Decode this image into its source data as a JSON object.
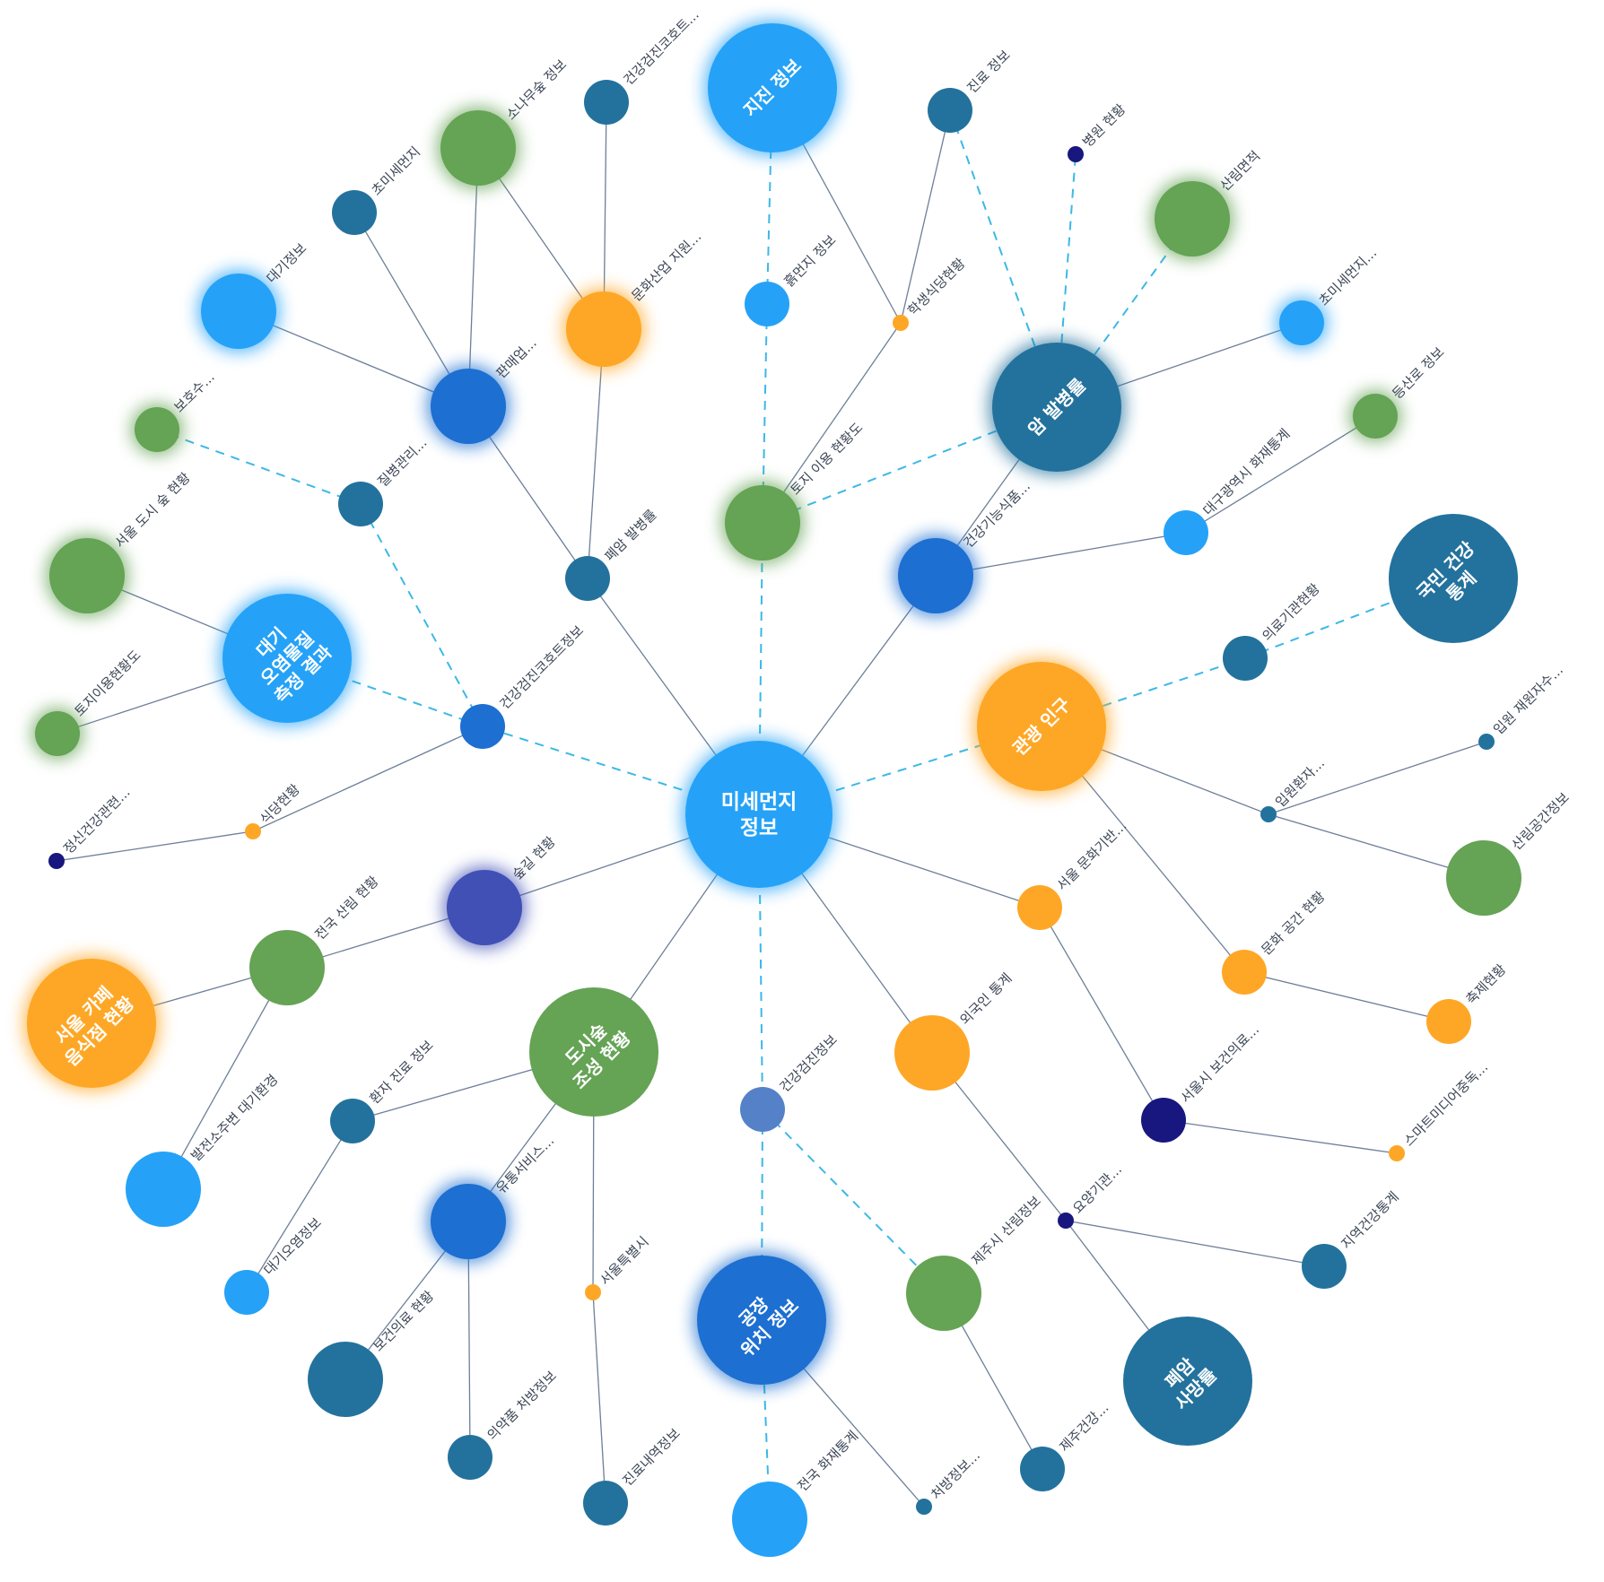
{
  "colors": {
    "blue": "#25a2f7",
    "royal": "#1d6fd1",
    "teal": "#23729d",
    "green": "#65a355",
    "orange": "#fea726",
    "navy": "#17177f",
    "indigo": "#4050b5",
    "slate": "#5581c8",
    "solid_line": "#6d7f99",
    "dashed_line": "#3cb8e6"
  },
  "diagram": {
    "nodes": [
      {
        "id": "center",
        "lines": [
          "미세먼지",
          "정보"
        ],
        "color": "blue",
        "glow": true
      },
      {
        "id": "earthquake",
        "lines": [
          "지진 정보"
        ],
        "color": "blue",
        "glow": true
      },
      {
        "id": "cancer",
        "lines": [
          "암 발병률"
        ],
        "color": "teal",
        "glow": true
      },
      {
        "id": "national",
        "lines": [
          "국민 건강",
          "통계"
        ],
        "color": "teal",
        "glow": false
      },
      {
        "id": "tourism",
        "lines": [
          "관광 인구"
        ],
        "color": "orange",
        "glow": true
      },
      {
        "id": "airpol",
        "lines": [
          "대기",
          "오염물질",
          "측정 결과"
        ],
        "color": "blue",
        "glow": true
      },
      {
        "id": "cafe",
        "lines": [
          "서울 카페",
          "음식점 현황"
        ],
        "color": "orange",
        "glow": true
      },
      {
        "id": "urbanforest",
        "lines": [
          "도시숲",
          "조성 현황"
        ],
        "color": "green",
        "glow": false
      },
      {
        "id": "factory",
        "lines": [
          "공장",
          "위치 정보"
        ],
        "color": "royal",
        "glow": true
      },
      {
        "id": "lungdeath",
        "lines": [
          "폐암",
          "사망률"
        ],
        "color": "teal",
        "glow": false
      },
      {
        "id": "sales",
        "label": "판매업...",
        "color": "royal",
        "glow": true
      },
      {
        "id": "culture",
        "label": "문화산업 지원...",
        "color": "orange",
        "glow": true
      },
      {
        "id": "landuse",
        "label": "토지 이용 현황도",
        "color": "green",
        "glow": true
      },
      {
        "id": "healthfood",
        "label": "건강기능식품...",
        "color": "royal",
        "glow": true
      },
      {
        "id": "lungrate",
        "label": "폐암 발병률",
        "color": "teal",
        "glow": false
      },
      {
        "id": "cohort",
        "label": "건강검진코호트정보",
        "color": "royal",
        "glow": false
      },
      {
        "id": "forestwalk",
        "label": "숲길 현황",
        "color": "indigo",
        "glow": true
      },
      {
        "id": "foreign",
        "label": "외국인 통계",
        "color": "orange",
        "glow": false
      },
      {
        "id": "checkup",
        "label": "건강검진정보",
        "color": "slate",
        "glow": false
      },
      {
        "id": "seoulculture",
        "label": "서울 문화기반...",
        "color": "orange",
        "glow": false
      },
      {
        "id": "seoulhealth",
        "label": "서울시 보건의료...",
        "color": "navy",
        "glow": false
      },
      {
        "id": "culturespace",
        "label": "문화 공간 현황",
        "color": "orange",
        "glow": false
      },
      {
        "id": "festival",
        "label": "축제현황",
        "color": "orange",
        "glow": false
      },
      {
        "id": "smartmedia",
        "label": "스마트미디어중독...",
        "color": "orange",
        "glow": false
      },
      {
        "id": "inpatient",
        "label": "입원환자...",
        "color": "teal",
        "glow": false
      },
      {
        "id": "readmit",
        "label": "입원 재원자수...",
        "color": "teal",
        "glow": false
      },
      {
        "id": "forestspace",
        "label": "산림공간정보",
        "color": "green",
        "glow": false
      },
      {
        "id": "medical",
        "label": "의료기관현황",
        "color": "teal",
        "glow": false
      },
      {
        "id": "daegufire",
        "label": "대구광역시 화재통계",
        "color": "blue",
        "glow": false
      },
      {
        "id": "trail",
        "label": "등산로 정보",
        "color": "green",
        "glow": true
      },
      {
        "id": "ultrafine2",
        "label": "초미세먼지...",
        "color": "blue",
        "glow": true
      },
      {
        "id": "forestarea",
        "label": "산림면적",
        "color": "green",
        "glow": true
      },
      {
        "id": "hospital",
        "label": "병원 현황",
        "color": "navy",
        "glow": false
      },
      {
        "id": "clinic",
        "label": "진료 정보",
        "color": "teal",
        "glow": false
      },
      {
        "id": "canteen",
        "label": "학생식당현황",
        "color": "orange",
        "glow": false
      },
      {
        "id": "soil",
        "label": "흙먼지 정보",
        "color": "blue",
        "glow": false
      },
      {
        "id": "cohort2",
        "label": "건강검진코호트...",
        "color": "teal",
        "glow": false
      },
      {
        "id": "noise",
        "label": "소나무숲 정보",
        "color": "green",
        "glow": true
      },
      {
        "id": "ultrafine",
        "label": "초미세먼지",
        "color": "teal",
        "glow": false
      },
      {
        "id": "airinfo",
        "label": "대기정보",
        "color": "blue",
        "glow": true
      },
      {
        "id": "protect",
        "label": "보호수...",
        "color": "green",
        "glow": true
      },
      {
        "id": "disease",
        "label": "질병관리...",
        "color": "teal",
        "glow": false
      },
      {
        "id": "seoulforest",
        "label": "서울 도시 숲 현황",
        "color": "green",
        "glow": true
      },
      {
        "id": "landuse2",
        "label": "토지이용현황도",
        "color": "green",
        "glow": true
      },
      {
        "id": "mental",
        "label": "정신건강관련...",
        "color": "navy",
        "glow": false
      },
      {
        "id": "restaurant",
        "label": "식당현황",
        "color": "orange",
        "glow": false
      },
      {
        "id": "nationforest",
        "label": "전국 산림 현황",
        "color": "green",
        "glow": false
      },
      {
        "id": "powerplant",
        "label": "발전소주변 대기환경",
        "color": "blue",
        "glow": false
      },
      {
        "id": "patient",
        "label": "환자 진료 정보",
        "color": "teal",
        "glow": false
      },
      {
        "id": "airpolinfo",
        "label": "대기오염정보",
        "color": "blue",
        "glow": false
      },
      {
        "id": "distribution",
        "label": "유통서비스...",
        "color": "royal",
        "glow": true
      },
      {
        "id": "healthcare",
        "label": "보건의료 현황",
        "color": "teal",
        "glow": false
      },
      {
        "id": "prescription",
        "label": "의약품 처방정보",
        "color": "teal",
        "glow": false
      },
      {
        "id": "seoulcity",
        "label": "서울특별시",
        "color": "orange",
        "glow": false
      },
      {
        "id": "history",
        "label": "진료내역정보",
        "color": "teal",
        "glow": false
      },
      {
        "id": "nationfire",
        "label": "전국 화재통계",
        "color": "blue",
        "glow": false
      },
      {
        "id": "prescription2",
        "label": "처방정보...",
        "color": "teal",
        "glow": false
      },
      {
        "id": "jejuforest",
        "label": "제주시 산림정보",
        "color": "green",
        "glow": false
      },
      {
        "id": "jejuhealth",
        "label": "제주건강...",
        "color": "teal",
        "glow": false
      },
      {
        "id": "nursing",
        "label": "요양기관...",
        "color": "navy",
        "glow": false
      },
      {
        "id": "regional",
        "label": "지역건강통계",
        "color": "teal",
        "glow": false
      }
    ],
    "edges": [
      {
        "from": "center",
        "to": "lungrate",
        "style": "solid"
      },
      {
        "from": "center",
        "to": "cohort",
        "style": "dashed"
      },
      {
        "from": "center",
        "to": "forestwalk",
        "style": "solid"
      },
      {
        "from": "center",
        "to": "urbanforest",
        "style": "solid"
      },
      {
        "from": "center",
        "to": "checkup",
        "style": "dashed"
      },
      {
        "from": "center",
        "to": "foreign",
        "style": "solid"
      },
      {
        "from": "center",
        "to": "seoulculture",
        "style": "solid"
      },
      {
        "from": "center",
        "to": "tourism",
        "style": "dashed"
      },
      {
        "from": "center",
        "to": "healthfood",
        "style": "solid"
      },
      {
        "from": "center",
        "to": "landuse",
        "style": "dashed"
      },
      {
        "from": "landuse",
        "to": "soil",
        "style": "dashed"
      },
      {
        "from": "soil",
        "to": "earthquake",
        "style": "dashed"
      },
      {
        "from": "landuse",
        "to": "cancer",
        "style": "dashed"
      },
      {
        "from": "landuse",
        "to": "canteen",
        "style": "solid"
      },
      {
        "from": "canteen",
        "to": "earthquake",
        "style": "solid"
      },
      {
        "from": "canteen",
        "to": "clinic",
        "style": "solid"
      },
      {
        "from": "cancer",
        "to": "clinic",
        "style": "dashed"
      },
      {
        "from": "cancer",
        "to": "hospital",
        "style": "dashed"
      },
      {
        "from": "cancer",
        "to": "forestarea",
        "style": "dashed"
      },
      {
        "from": "cancer",
        "to": "ultrafine2",
        "style": "solid"
      },
      {
        "from": "cancer",
        "to": "healthfood",
        "style": "solid"
      },
      {
        "from": "healthfood",
        "to": "daegufire",
        "style": "solid"
      },
      {
        "from": "daegufire",
        "to": "trail",
        "style": "solid"
      },
      {
        "from": "tourism",
        "to": "medical",
        "style": "dashed"
      },
      {
        "from": "medical",
        "to": "national",
        "style": "dashed"
      },
      {
        "from": "tourism",
        "to": "inpatient",
        "style": "solid"
      },
      {
        "from": "inpatient",
        "to": "readmit",
        "style": "solid"
      },
      {
        "from": "inpatient",
        "to": "forestspace",
        "style": "solid"
      },
      {
        "from": "tourism",
        "to": "culturespace",
        "style": "solid"
      },
      {
        "from": "culturespace",
        "to": "festival",
        "style": "solid"
      },
      {
        "from": "seoulculture",
        "to": "seoulhealth",
        "style": "solid"
      },
      {
        "from": "seoulhealth",
        "to": "smartmedia",
        "style": "solid"
      },
      {
        "from": "foreign",
        "to": "nursing",
        "style": "solid"
      },
      {
        "from": "nursing",
        "to": "regional",
        "style": "solid"
      },
      {
        "from": "nursing",
        "to": "lungdeath",
        "style": "solid"
      },
      {
        "from": "checkup",
        "to": "factory",
        "style": "dashed"
      },
      {
        "from": "checkup",
        "to": "jejuforest",
        "style": "dashed"
      },
      {
        "from": "jejuforest",
        "to": "jejuhealth",
        "style": "solid"
      },
      {
        "from": "factory",
        "to": "nationfire",
        "style": "dashed"
      },
      {
        "from": "factory",
        "to": "prescription2",
        "style": "solid"
      },
      {
        "from": "urbanforest",
        "to": "patient",
        "style": "solid"
      },
      {
        "from": "patient",
        "to": "airpolinfo",
        "style": "solid"
      },
      {
        "from": "urbanforest",
        "to": "distribution",
        "style": "solid"
      },
      {
        "from": "distribution",
        "to": "healthcare",
        "style": "solid"
      },
      {
        "from": "distribution",
        "to": "prescription",
        "style": "solid"
      },
      {
        "from": "urbanforest",
        "to": "seoulcity",
        "style": "solid"
      },
      {
        "from": "seoulcity",
        "to": "history",
        "style": "solid"
      },
      {
        "from": "forestwalk",
        "to": "nationforest",
        "style": "solid"
      },
      {
        "from": "nationforest",
        "to": "cafe",
        "style": "solid"
      },
      {
        "from": "nationforest",
        "to": "powerplant",
        "style": "solid"
      },
      {
        "from": "cohort",
        "to": "airpol",
        "style": "dashed"
      },
      {
        "from": "cohort",
        "to": "disease",
        "style": "dashed"
      },
      {
        "from": "disease",
        "to": "protect",
        "style": "dashed"
      },
      {
        "from": "cohort",
        "to": "restaurant",
        "style": "solid"
      },
      {
        "from": "restaurant",
        "to": "mental",
        "style": "solid"
      },
      {
        "from": "airpol",
        "to": "seoulforest",
        "style": "solid"
      },
      {
        "from": "airpol",
        "to": "landuse2",
        "style": "solid"
      },
      {
        "from": "lungrate",
        "to": "sales",
        "style": "solid"
      },
      {
        "from": "lungrate",
        "to": "culture",
        "style": "solid"
      },
      {
        "from": "culture",
        "to": "cohort2",
        "style": "solid"
      },
      {
        "from": "culture",
        "to": "noise",
        "style": "solid"
      },
      {
        "from": "sales",
        "to": "noise",
        "style": "solid"
      },
      {
        "from": "sales",
        "to": "ultrafine",
        "style": "solid"
      },
      {
        "from": "sales",
        "to": "airinfo",
        "style": "solid"
      }
    ]
  }
}
